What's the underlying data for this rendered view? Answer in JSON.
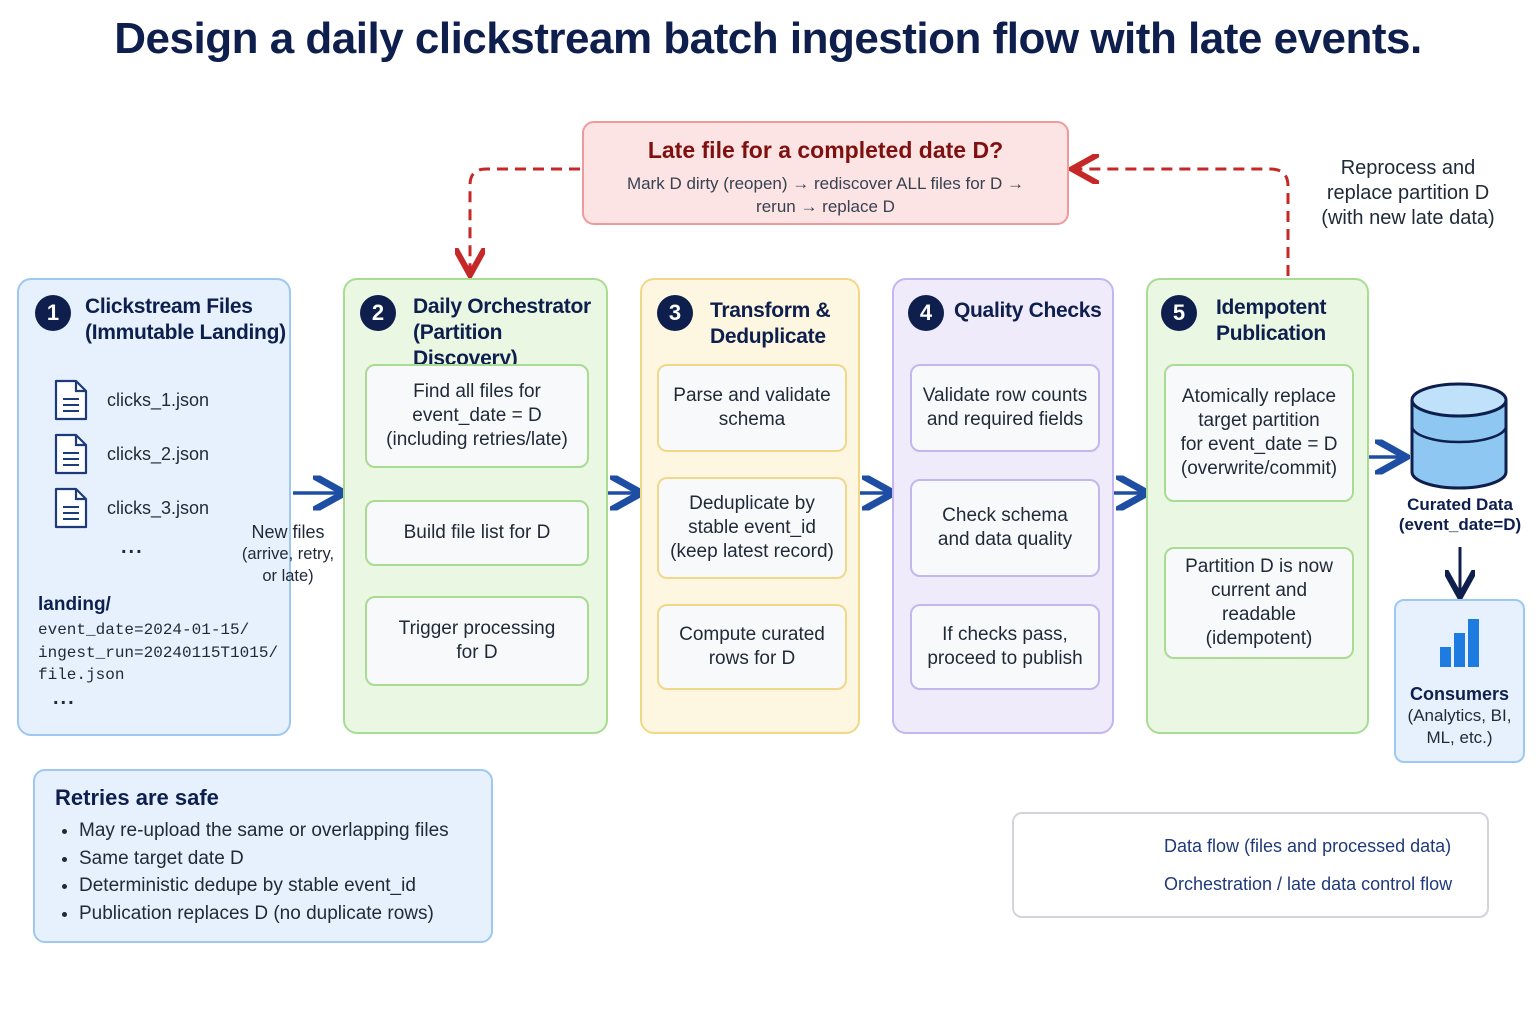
{
  "title": "Design a daily clickstream batch ingestion flow with late events.",
  "late_file": {
    "title": "Late file for a completed date D?",
    "line1": "Mark D dirty (reopen) → rediscover ALL files for D →",
    "line2": "rerun → replace D"
  },
  "reprocess_note": [
    "Reprocess and",
    "replace partition D",
    "(with new late data)"
  ],
  "stages": [
    {
      "number": "1",
      "title": [
        "Clickstream Files",
        "(Immutable Landing)"
      ],
      "files": [
        "clicks_1.json",
        "clicks_2.json",
        "clicks_3.json"
      ],
      "ellipsis": "...",
      "landing_label": "landing/",
      "landing_path": [
        "event_date=2024-01-15/",
        "ingest_run=20240115T1015/",
        "file.json"
      ],
      "landing_ellipsis": "..."
    },
    {
      "number": "2",
      "title": [
        "Daily Orchestrator",
        "(Partition Discovery)"
      ],
      "steps": [
        [
          "Find all files for",
          "event_date = D",
          "(including retries/late)"
        ],
        [
          "Build file list for D"
        ],
        [
          "Trigger processing",
          "for D"
        ]
      ]
    },
    {
      "number": "3",
      "title": [
        "Transform &",
        "Deduplicate"
      ],
      "steps": [
        [
          "Parse and validate",
          "schema"
        ],
        [
          "Deduplicate by",
          "stable event_id",
          "(keep latest record)"
        ],
        [
          "Compute curated",
          "rows for D"
        ]
      ]
    },
    {
      "number": "4",
      "title": [
        "Quality Checks"
      ],
      "steps": [
        [
          "Validate row counts",
          "and required fields"
        ],
        [
          "Check schema",
          "and data quality"
        ],
        [
          "If checks pass,",
          "proceed to publish"
        ]
      ]
    },
    {
      "number": "5",
      "title": [
        "Idempotent",
        "Publication"
      ],
      "steps": [
        [
          "Atomically replace",
          "target partition",
          "for event_date = D",
          "(overwrite/commit)"
        ],
        [
          "Partition D is now",
          "current and readable",
          "(idempotent)"
        ]
      ]
    }
  ],
  "new_files_note": {
    "title": "New files",
    "lines": [
      "(arrive, retry,",
      "or late)"
    ]
  },
  "curated": {
    "title": "Curated Data",
    "subtitle": "(event_date=D)"
  },
  "consumers": {
    "title": "Consumers",
    "lines": [
      "(Analytics, BI,",
      "ML, etc.)"
    ]
  },
  "retries": {
    "title": "Retries are safe",
    "items": [
      "May re-upload the same or overlapping files",
      "Same target date D",
      "Deterministic dedupe by stable event_id",
      "Publication replaces D (no duplicate rows)"
    ]
  },
  "legend": {
    "data_flow": "Data flow (files and processed data)",
    "control_flow": "Orchestration / late data control flow"
  },
  "colors": {
    "navy": "#0e1f4d",
    "flow_arrow": "#1d4ea3",
    "late_red": "#c62828"
  },
  "icons": [
    "file-icon",
    "database-icon",
    "bar-chart-icon",
    "arrow-icon"
  ]
}
